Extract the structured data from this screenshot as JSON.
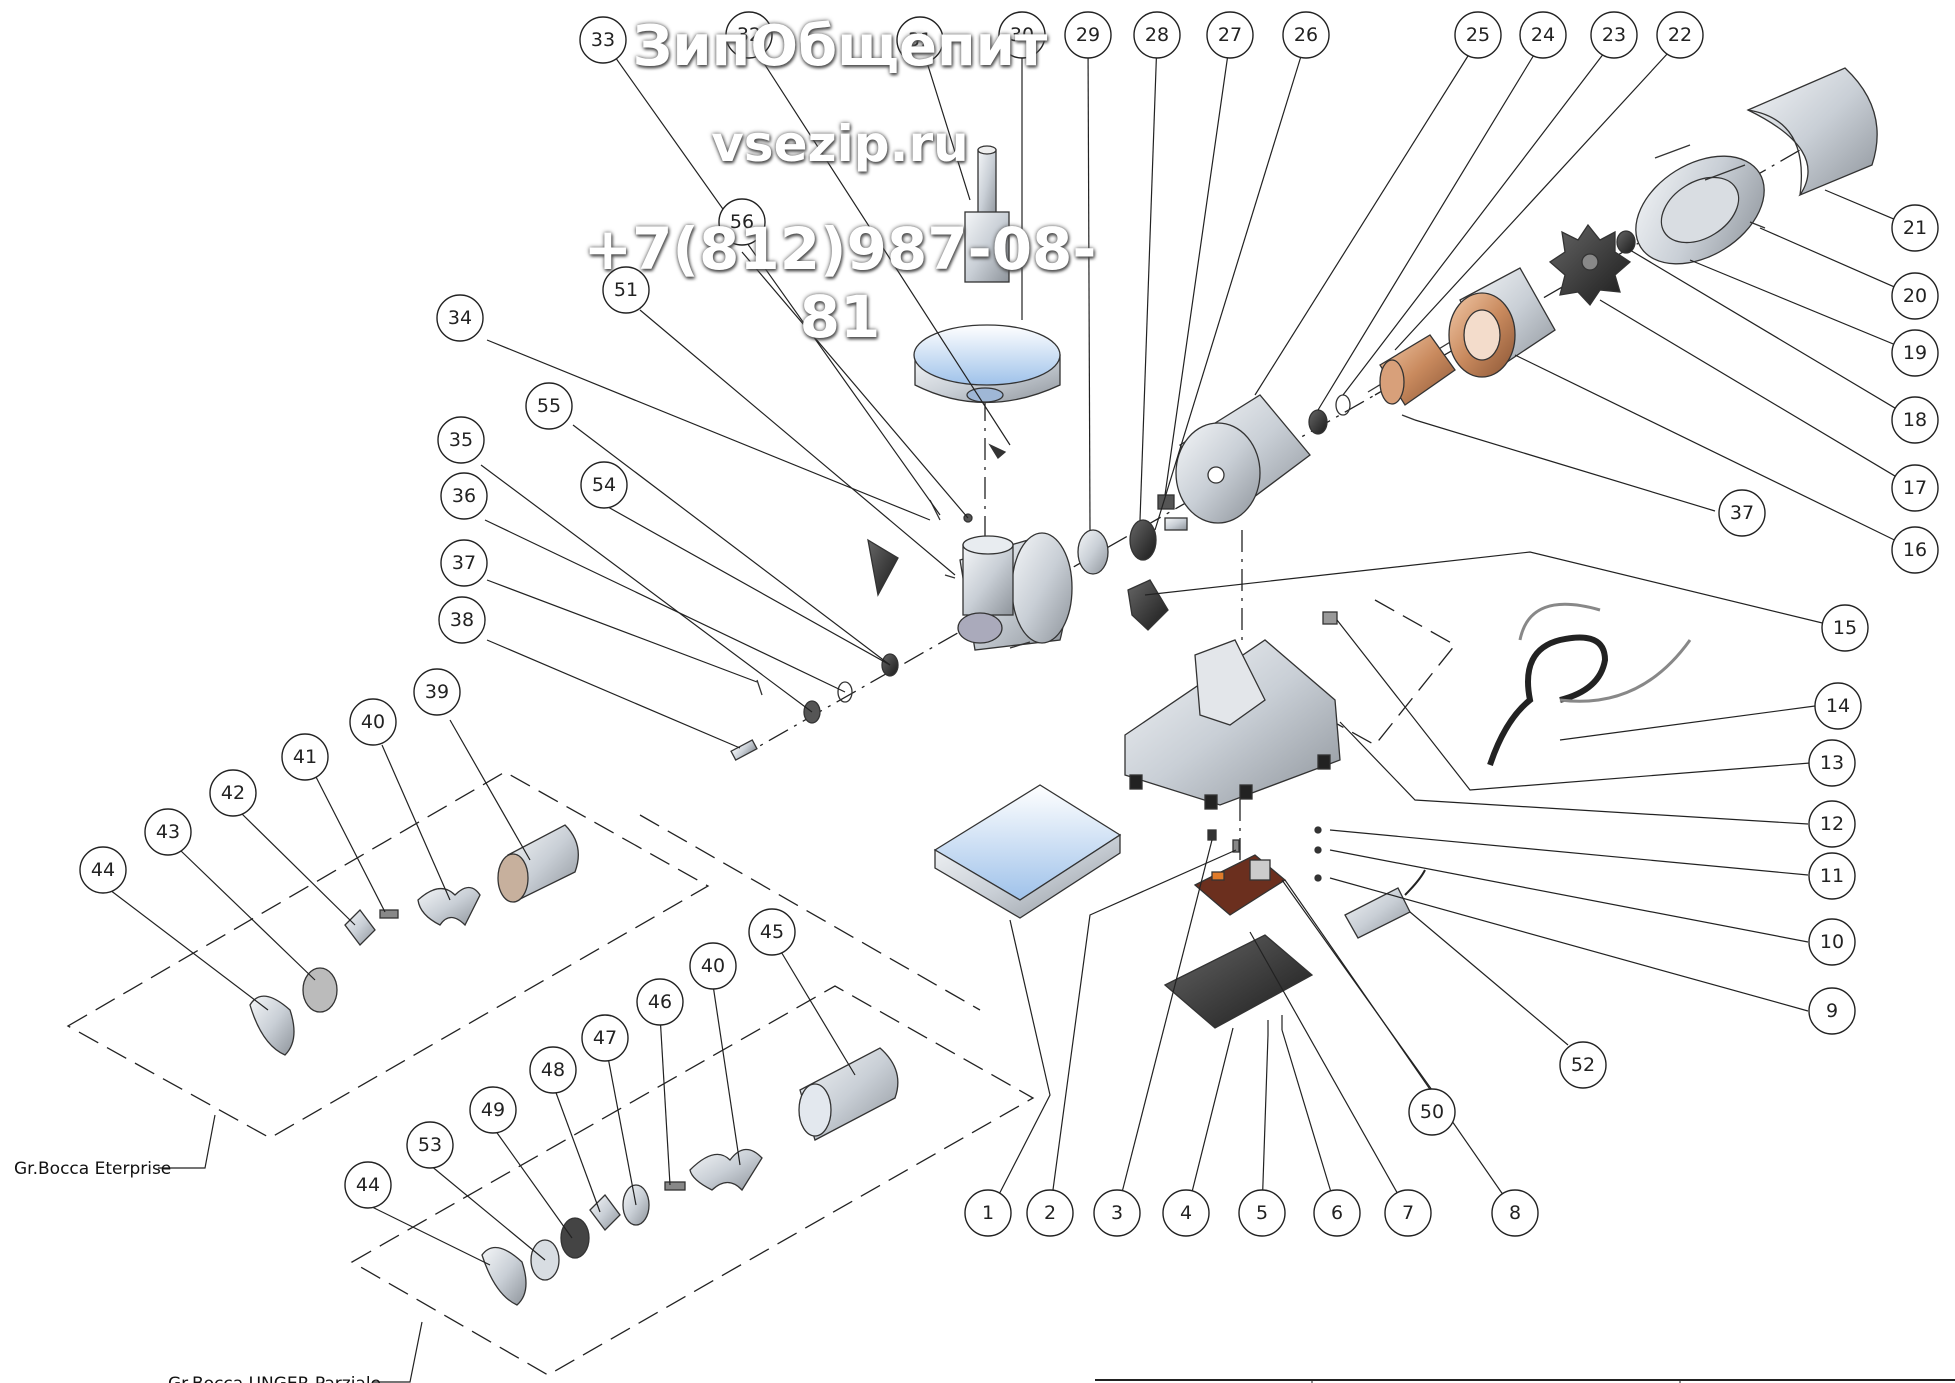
{
  "watermark": {
    "line1": "ЗипОбщепит",
    "line2": "vsezip.ru",
    "line3": "+7(812)987-08-81"
  },
  "groups": {
    "upper": "Gr.Bocca Eterprise",
    "lower": "Gr.Bocca UNGER Parziale"
  },
  "callouts": [
    "1",
    "2",
    "3",
    "4",
    "5",
    "6",
    "7",
    "8",
    "9",
    "10",
    "11",
    "12",
    "13",
    "14",
    "15",
    "16",
    "17",
    "18",
    "19",
    "20",
    "21",
    "22",
    "23",
    "24",
    "25",
    "26",
    "27",
    "28",
    "29",
    "30",
    "31",
    "32",
    "33",
    "34",
    "35",
    "36",
    "37",
    "38",
    "39",
    "40",
    "41",
    "42",
    "43",
    "44",
    "45",
    "46",
    "47",
    "48",
    "49",
    "50",
    "51",
    "52",
    "53",
    "54",
    "55",
    "56"
  ],
  "colors": {
    "line": "#222222",
    "metal": "#c9cfd6",
    "copper": "#c98a5e",
    "dark": "#2a2a2a",
    "blue_tint": "#9fc2ea",
    "circuit": "#6b2f1e"
  }
}
